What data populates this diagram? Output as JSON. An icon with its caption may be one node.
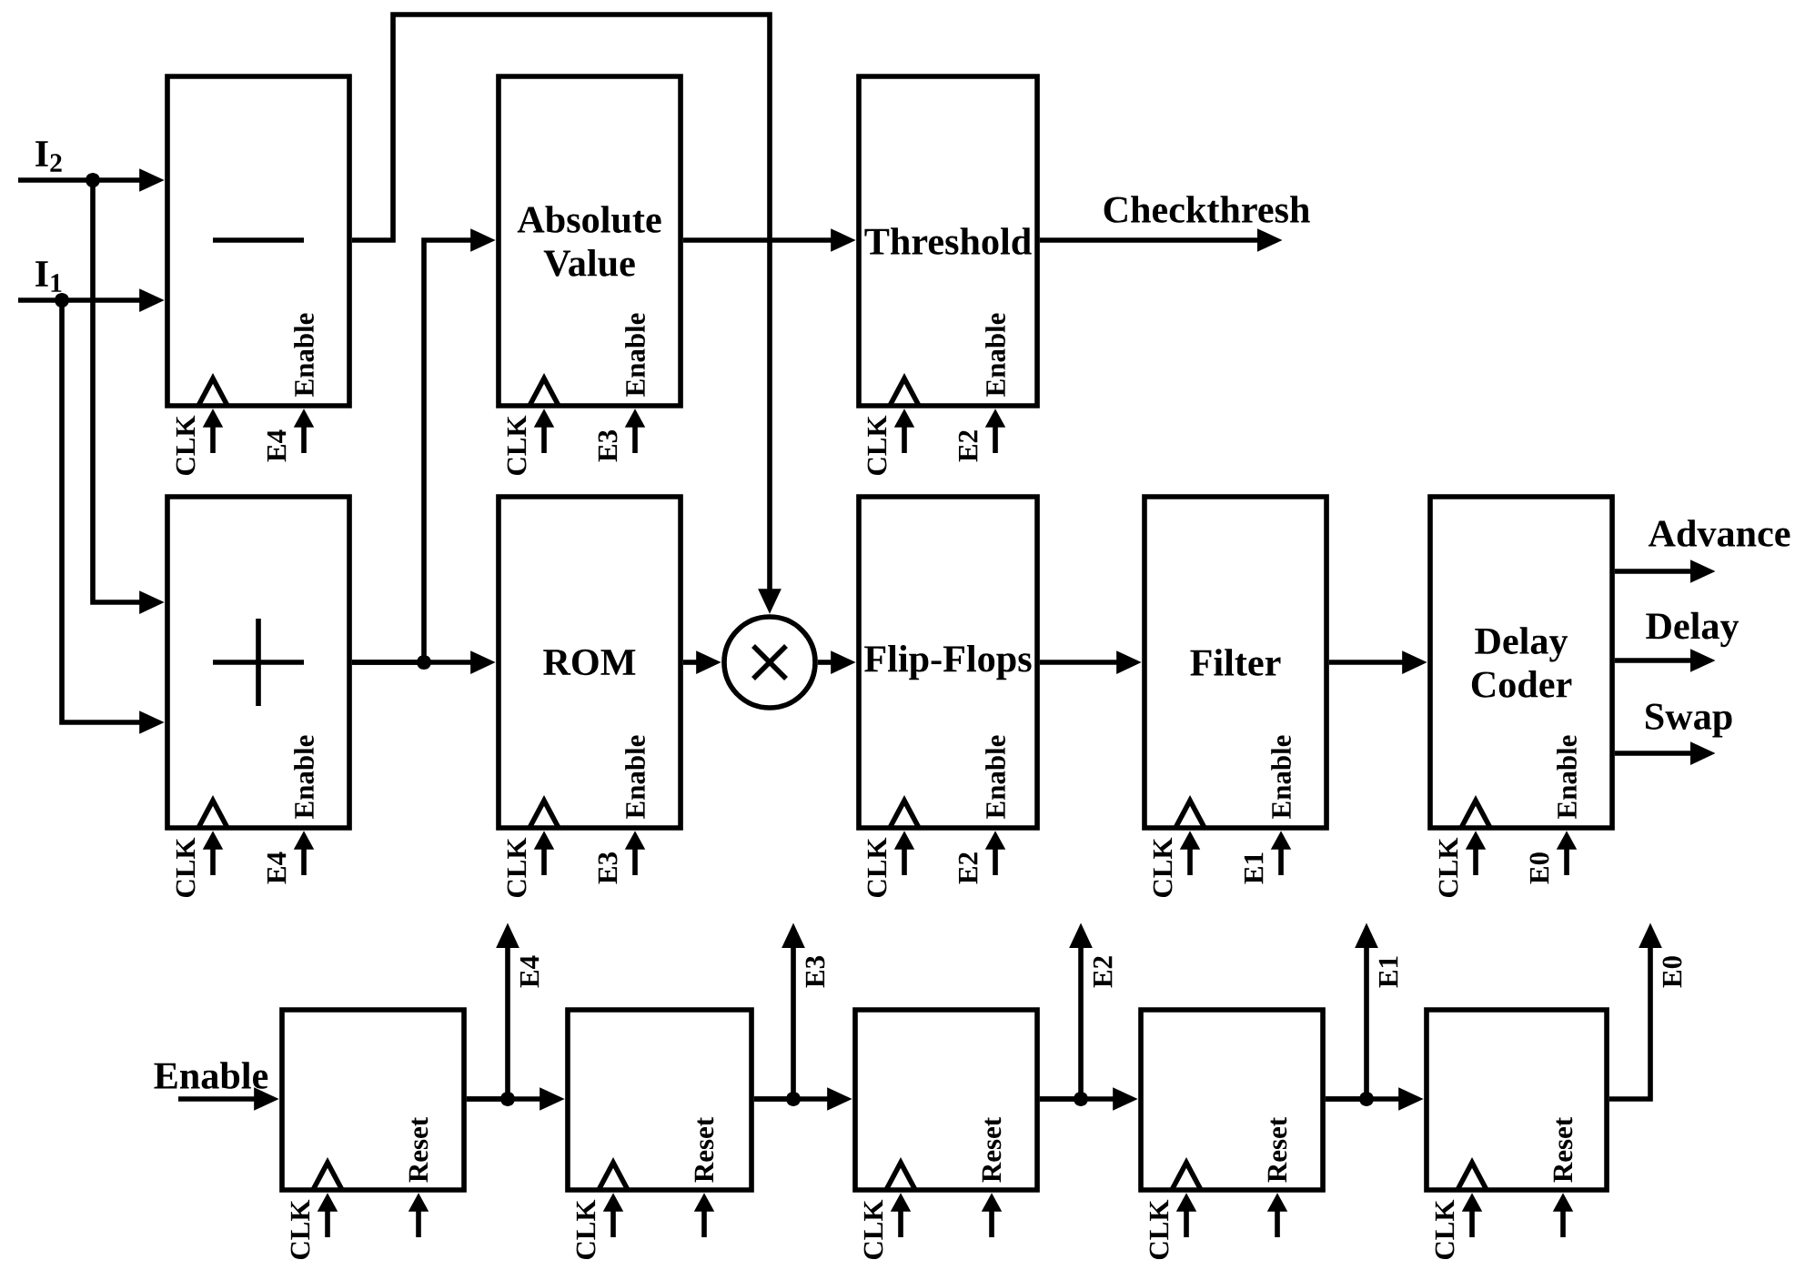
{
  "diagram": {
    "nodes": [
      {
        "text": [
          "Enable"
        ]
      },
      {
        "text": [
          "Absolute Value",
          "Enable"
        ]
      },
      {
        "text": [
          "Threshold",
          "Enable"
        ]
      },
      {
        "text": [
          "Enable"
        ]
      },
      {
        "text": [
          "ROM",
          "Enable"
        ]
      },
      {
        "text": [],
        "shape": "circle"
      },
      {
        "text": [
          "Flip-Flops",
          "Enable"
        ]
      },
      {
        "text": [
          "Filter",
          "Enable"
        ]
      },
      {
        "text": [
          "Delay Coder",
          "Enable"
        ]
      },
      {
        "text": [
          "Reset"
        ]
      },
      {
        "text": [
          "Reset"
        ]
      },
      {
        "text": [
          "Reset"
        ]
      },
      {
        "text": [
          "Reset"
        ]
      },
      {
        "text": [
          "Reset"
        ]
      }
    ],
    "edges": [
      {
        "from": null,
        "to": 0,
        "arrow": "to",
        "label": "I$_{2}$"
      },
      {
        "from": null,
        "to": 3,
        "arrow": "to"
      },
      {
        "from": null,
        "to": 0,
        "arrow": "to",
        "label": "I$_{1}$"
      },
      {
        "from": null,
        "to": 3,
        "arrow": "to"
      },
      {
        "from": 0,
        "to": 5,
        "arrow": "to"
      },
      {
        "from": 3,
        "to": 4,
        "arrow": "to"
      },
      {
        "from": 3,
        "to": 1,
        "arrow": "to"
      },
      {
        "from": 1,
        "to": 2,
        "arrow": "to"
      },
      {
        "from": 2,
        "to": null,
        "arrow": "to",
        "label": "Checkthresh"
      },
      {
        "from": 4,
        "to": 5,
        "arrow": "to"
      },
      {
        "from": 5,
        "to": 6,
        "arrow": "to"
      },
      {
        "from": 6,
        "to": 7,
        "arrow": "to"
      },
      {
        "from": 7,
        "to": 8,
        "arrow": "to"
      },
      {
        "from": 8,
        "to": null,
        "arrow": "to",
        "label": "Advance"
      },
      {
        "from": 8,
        "to": null,
        "arrow": "to",
        "label": "Delay"
      },
      {
        "from": 8,
        "to": null,
        "arrow": "to",
        "label": "Swap"
      },
      {
        "from": null,
        "to": 9,
        "arrow": "to",
        "label": "Enable"
      },
      {
        "from": 9,
        "to": 10,
        "arrow": "to"
      },
      {
        "from": 9,
        "to": null,
        "arrow": "to",
        "label": "E4"
      },
      {
        "from": 10,
        "to": 11,
        "arrow": "to"
      },
      {
        "from": 10,
        "to": null,
        "arrow": "to",
        "label": "E3"
      },
      {
        "from": 11,
        "to": 12,
        "arrow": "to"
      },
      {
        "from": 11,
        "to": null,
        "arrow": "to",
        "label": "E2"
      },
      {
        "from": 12,
        "to": 13,
        "arrow": "to"
      },
      {
        "from": 12,
        "to": null,
        "arrow": "to",
        "label": "E1"
      },
      {
        "from": 13,
        "to": null,
        "arrow": "to",
        "label": "E0"
      },
      {
        "from": null,
        "to": 0,
        "arrow": "to",
        "label": "CLK"
      },
      {
        "from": null,
        "to": 0,
        "arrow": "to",
        "label": "E4"
      },
      {
        "from": null,
        "to": 1,
        "arrow": "to",
        "label": "CLK"
      },
      {
        "from": null,
        "to": 1,
        "arrow": "to",
        "label": "E3"
      },
      {
        "from": null,
        "to": 2,
        "arrow": "to",
        "label": "CLK"
      },
      {
        "from": null,
        "to": 2,
        "arrow": "to",
        "label": "E2"
      },
      {
        "from": null,
        "to": 3,
        "arrow": "to",
        "label": "CLK"
      },
      {
        "from": null,
        "to": 3,
        "arrow": "to",
        "label": "E4"
      },
      {
        "from": null,
        "to": 4,
        "arrow": "to",
        "label": "CLK"
      },
      {
        "from": null,
        "to": 4,
        "arrow": "to",
        "label": "E3"
      },
      {
        "from": null,
        "to": 6,
        "arrow": "to",
        "label": "CLK"
      },
      {
        "from": null,
        "to": 6,
        "arrow": "to",
        "label": "E2"
      },
      {
        "from": null,
        "to": 7,
        "arrow": "to",
        "label": "CLK"
      },
      {
        "from": null,
        "to": 7,
        "arrow": "to",
        "label": "E1"
      },
      {
        "from": null,
        "to": 8,
        "arrow": "to",
        "label": "CLK"
      },
      {
        "from": null,
        "to": 8,
        "arrow": "to",
        "label": "E0"
      },
      {
        "from": null,
        "to": 9,
        "arrow": "to",
        "label": "CLK"
      },
      {
        "from": null,
        "to": 9,
        "arrow": "to"
      },
      {
        "from": null,
        "to": 10,
        "arrow": "to",
        "label": "CLK"
      },
      {
        "from": null,
        "to": 10,
        "arrow": "to"
      },
      {
        "from": null,
        "to": 11,
        "arrow": "to",
        "label": "CLK"
      },
      {
        "from": null,
        "to": 11,
        "arrow": "to"
      },
      {
        "from": null,
        "to": 12,
        "arrow": "to",
        "label": "CLK"
      },
      {
        "from": null,
        "to": 12,
        "arrow": "to"
      },
      {
        "from": null,
        "to": 13,
        "arrow": "to",
        "label": "CLK"
      },
      {
        "from": null,
        "to": 13,
        "arrow": "to"
      }
    ]
  }
}
